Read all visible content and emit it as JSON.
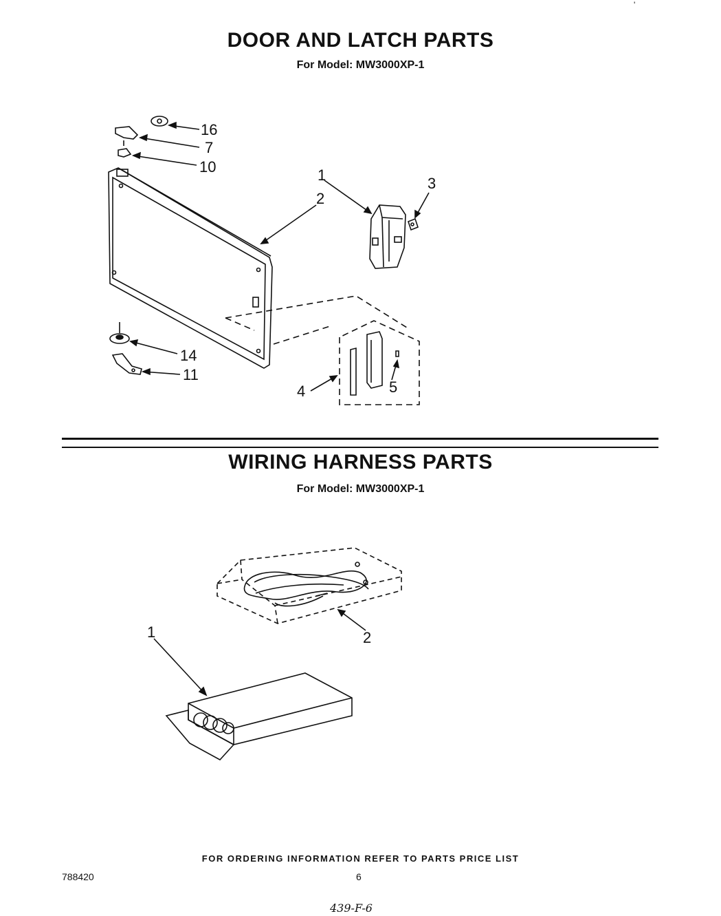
{
  "section_door": {
    "title": "DOOR AND LATCH PARTS",
    "model_line": "For Model: MW3000XP-1",
    "callouts": [
      "16",
      "7",
      "10",
      "1",
      "2",
      "3",
      "14",
      "11",
      "4",
      "5"
    ]
  },
  "section_wiring": {
    "title": "WIRING HARNESS PARTS",
    "model_line": "For Model: MW3000XP-1",
    "callouts": [
      "2",
      "1"
    ]
  },
  "footer": {
    "ordering_note": "FOR ORDERING INFORMATION REFER TO PARTS PRICE LIST",
    "doc_number": "788420",
    "page_number": "6",
    "handwritten": "439-F-6",
    "top_mark": "'"
  }
}
